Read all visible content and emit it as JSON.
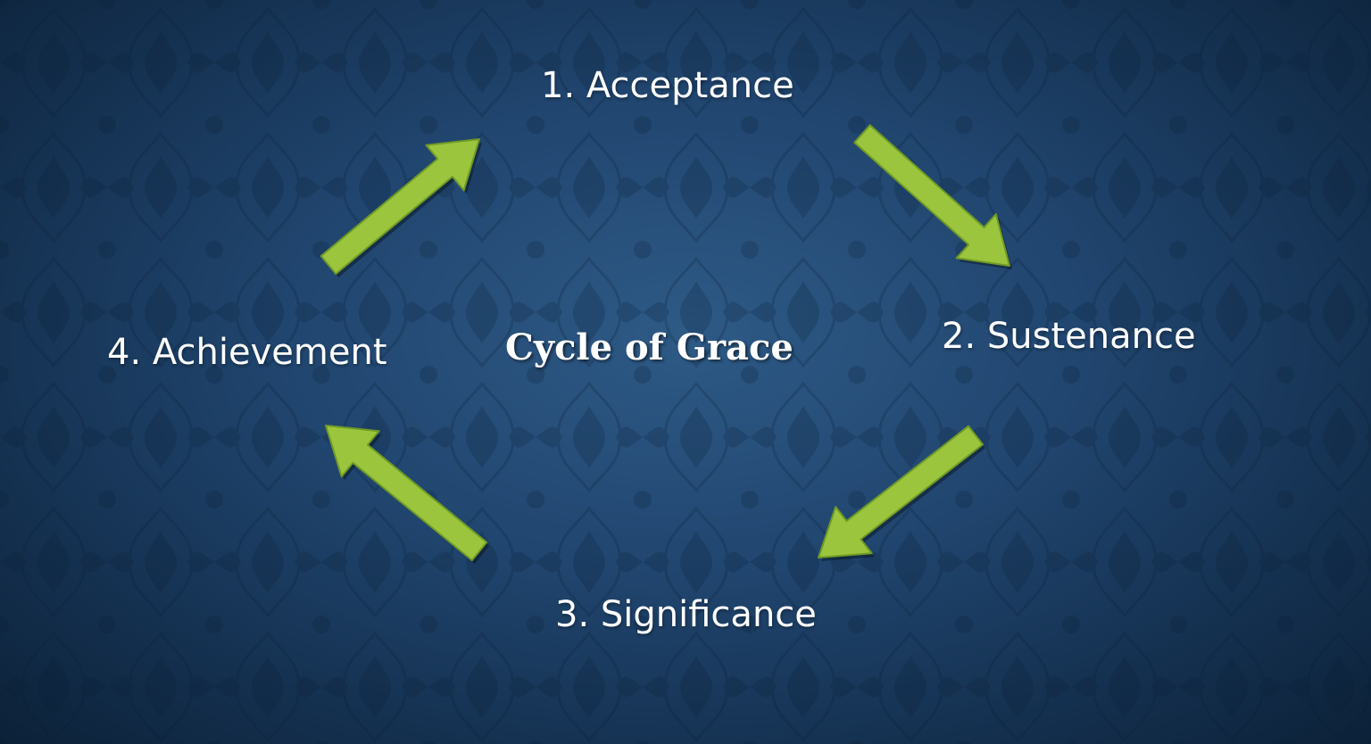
{
  "diagram": {
    "title": "Cycle of Grace",
    "steps": [
      {
        "label": "1. Acceptance"
      },
      {
        "label": "2. Sustenance"
      },
      {
        "label": "3. Significance"
      },
      {
        "label": "4. Achievement"
      }
    ],
    "arrows": [
      {
        "from": "4. Achievement",
        "to": "1. Acceptance"
      },
      {
        "from": "1. Acceptance",
        "to": "2. Sustenance"
      },
      {
        "from": "2. Sustenance",
        "to": "3. Significance"
      },
      {
        "from": "3. Significance",
        "to": "4. Achievement"
      }
    ]
  },
  "colors": {
    "background": "#1f446c",
    "text": "#ffffff",
    "arrow_fill": "#9bc53d",
    "arrow_stroke": "#6f9a25"
  }
}
